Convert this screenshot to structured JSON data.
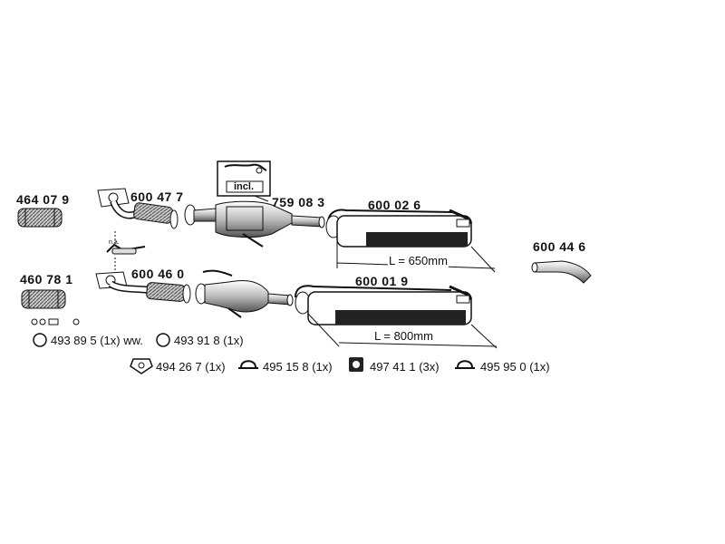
{
  "parts": {
    "p464079": "464 07 9",
    "p460781": "460 78 1",
    "p600477": "600 47 7",
    "p600460": "600 46 0",
    "p759083": "759 08 3",
    "p600026": "600 02 6",
    "p600019": "600 01 9",
    "p600446": "600 44 6"
  },
  "labels": {
    "incl": "incl.",
    "na": "n.a.",
    "length_650": "L = 650mm",
    "length_800": "L = 800mm"
  },
  "refs": {
    "r1": "493 89 5 (1x) ww.",
    "r2": "493 91 8 (1x)",
    "r3": "494 26 7 (1x)",
    "r4": "495 15 8 (1x)",
    "r5": "497 41 1 (3x)",
    "r6": "495 95 0 (1x)"
  },
  "colors": {
    "line": "#111111",
    "shade": "#9a9a9a",
    "dark": "#222222"
  }
}
